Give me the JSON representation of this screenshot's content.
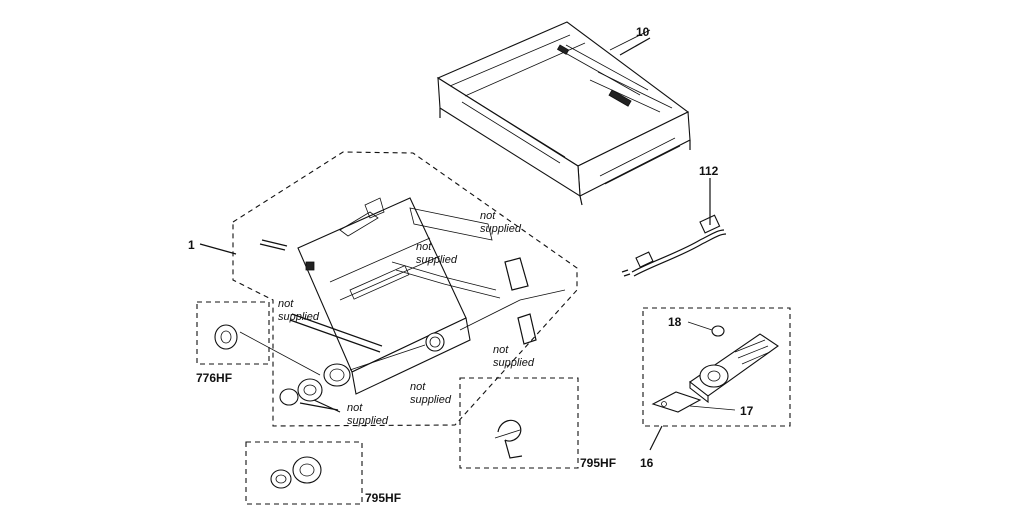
{
  "labels": {
    "p10": "10",
    "p112": "112",
    "p1": "1",
    "p18": "18",
    "p17": "17",
    "p16": "16",
    "m776hf": "776HF",
    "m795hf_a": "795HF",
    "m795hf_b": "795HF"
  },
  "notes": {
    "n1a": "not",
    "n1b": "supplied",
    "n2a": "not",
    "n2b": "supplied",
    "n3a": "not",
    "n3b": "supplied",
    "n4a": "not",
    "n4b": "supplied",
    "n5a": "not",
    "n5b": "supplied",
    "n6a": "not",
    "n6b": "supplied"
  }
}
